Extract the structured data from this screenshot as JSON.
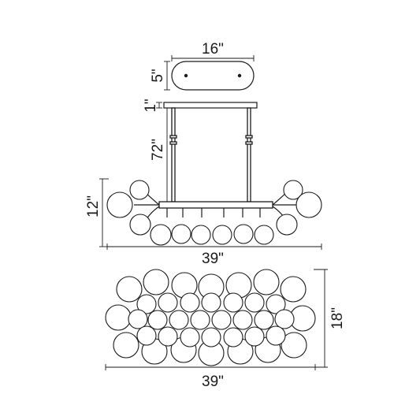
{
  "dimensions": {
    "canopy_width": "16\"",
    "canopy_depth": "5\"",
    "canopy_height": "1\"",
    "max_drop": "72\"",
    "fixture_height": "12\"",
    "fixture_width": "39\"",
    "bottom_depth": "18\"",
    "bottom_width": "39\""
  },
  "colors": {
    "line": "#1a1a1a",
    "background": "#ffffff"
  }
}
